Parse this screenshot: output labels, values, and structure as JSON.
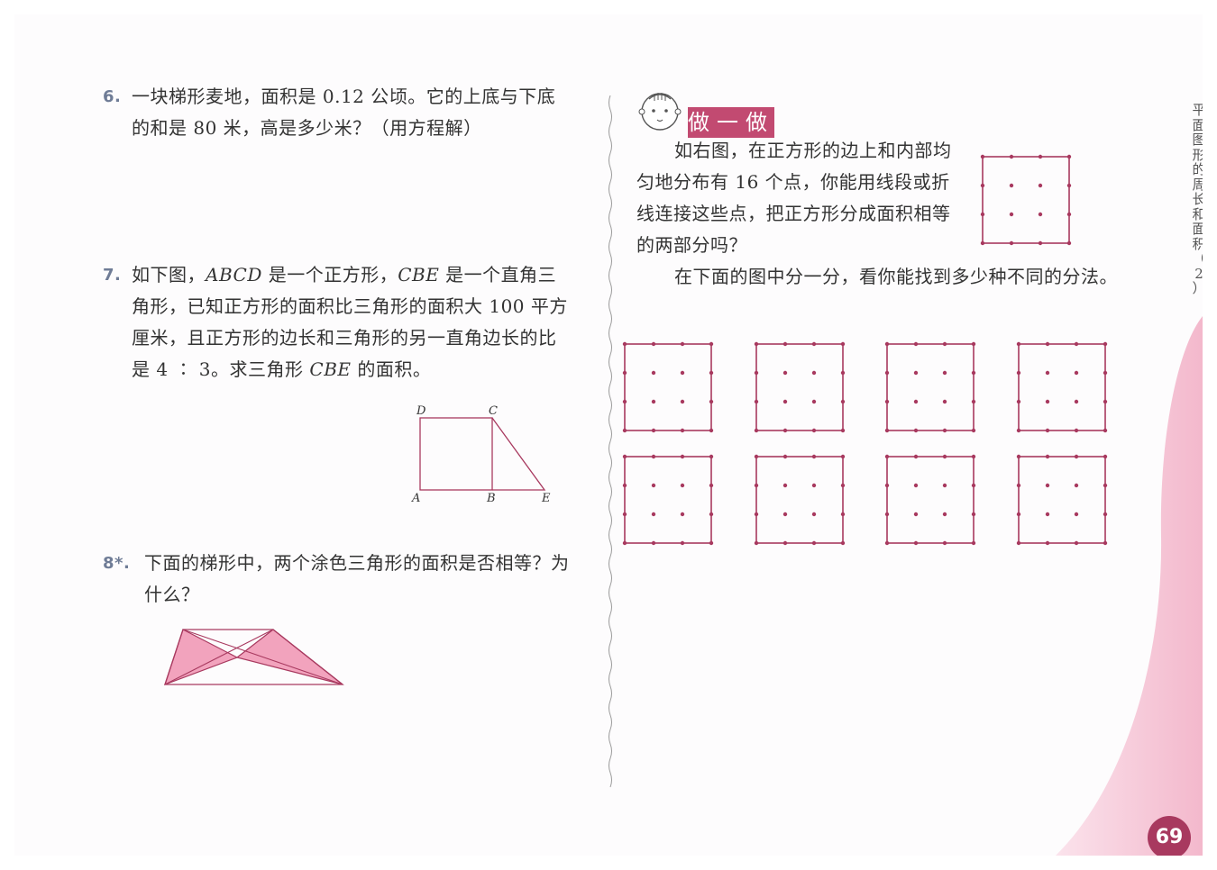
{
  "colors": {
    "accent": "#c24a71",
    "grid": "#a8395f",
    "shade": "#f2a3bd"
  },
  "left": {
    "problems": [
      {
        "number": "6.",
        "text": "一块梯形麦地，面积是 0.12 公顷。它的上底与下底的和是 80 米，高是多少米？（用方程解）"
      },
      {
        "number": "7.",
        "parts": [
          "如下图，",
          "ABCD",
          " 是一个正方形，",
          "CBE",
          " 是一个直角三角形，已知正方形的面积比三角形的面积大 100 平方厘米，且正方形的边长和三角形的另一直角边长的比是 4 ∶ 3。求三角形 ",
          "CBE",
          " 的面积。"
        ]
      },
      {
        "number": "8*.",
        "text": "下面的梯形中，两个涂色三角形的面积是否相等？为什么？"
      }
    ],
    "figure_labels": {
      "a": "A",
      "b": "B",
      "c": "C",
      "d": "D",
      "e": "E"
    }
  },
  "right": {
    "section_title": "做一做",
    "icon": "boy-face-icon",
    "paragraph1": "如右图，在正方形的边上和内部均匀地分布有 16 个点，你能用线段或折线连接这些点，把正方形分成面积相等的两部分吗？",
    "paragraph2": "在下面的图中分一分，看你能找到多少种不同的分法。",
    "practice_grid_count": 8
  },
  "side_title": [
    "平",
    "面",
    "图",
    "形",
    "的",
    "周",
    "长",
    "和",
    "面",
    "积",
    "（",
    "2",
    "）"
  ],
  "page_number": "69"
}
